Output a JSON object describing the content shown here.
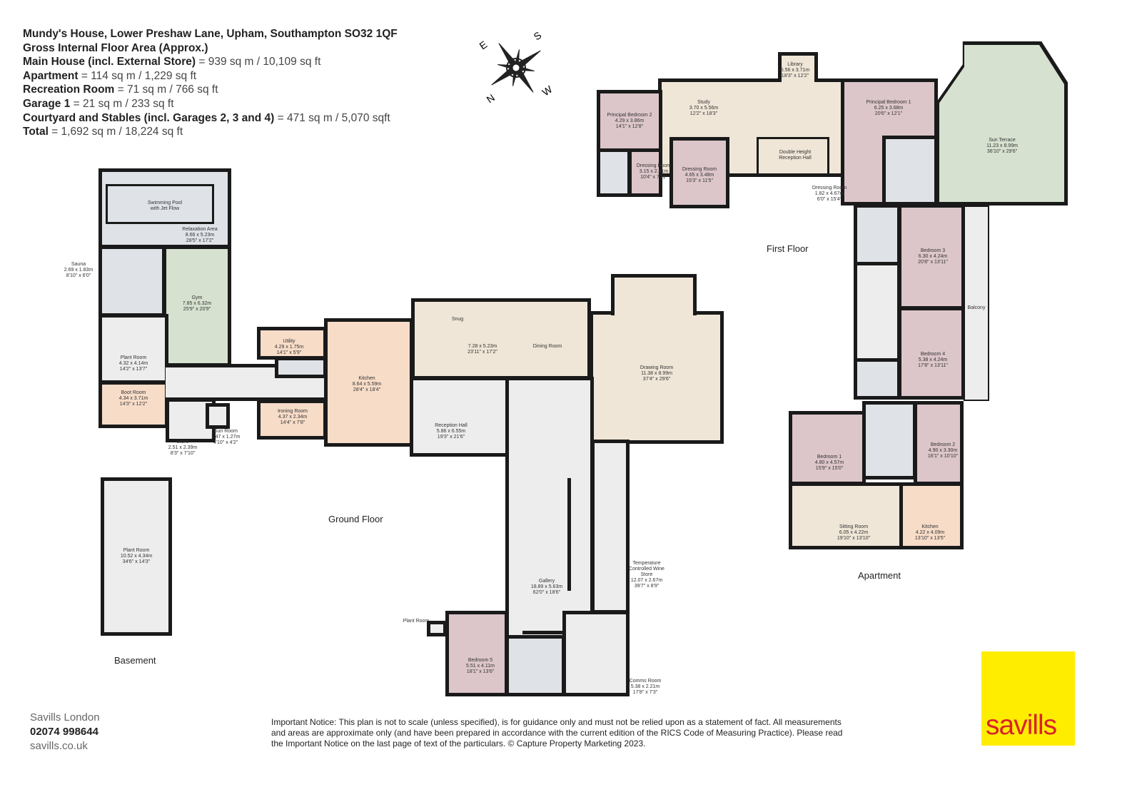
{
  "header": {
    "address": "Mundy's House, Lower Preshaw Lane, Upham, Southampton SO32 1QF",
    "gross_area_title": "Gross Internal Floor Area (Approx.)",
    "areas": [
      {
        "label": "Main House (incl. External Store)",
        "value": "= 939 sq m / 10,109 sq ft"
      },
      {
        "label": "Apartment",
        "value": "= 114 sq m / 1,229 sq ft"
      },
      {
        "label": "Recreation Room",
        "value": "= 71 sq m / 766 sq ft"
      },
      {
        "label": "Garage 1",
        "value": "= 21 sq m / 233 sq ft"
      },
      {
        "label": "Courtyard and Stables (incl. Garages 2, 3 and 4)",
        "value": "= 471 sq m / 5,070 sqft"
      },
      {
        "label": "Total",
        "value": "= 1,692 sq m / 18,224 sq ft"
      }
    ]
  },
  "compass": {
    "icon": "compass-rose-icon",
    "letters": [
      "N",
      "E",
      "S",
      "W"
    ]
  },
  "floors": {
    "ground": "Ground Floor",
    "first": "First Floor",
    "basement": "Basement",
    "apartment": "Apartment"
  },
  "rooms": {
    "pool": {
      "name": "Swimming Pool",
      "sub": "with Jet Flow"
    },
    "relaxation": {
      "name": "Relaxation Area",
      "m": "8.66 x 5.23m",
      "ft": "28'5\" x 17'2\""
    },
    "sauna": {
      "name": "Sauna",
      "m": "2.69 x 1.83m",
      "ft": "8'10\" x 6'0\""
    },
    "gym": {
      "name": "Gym",
      "m": "7.85 x 6.32m",
      "ft": "25'9\" x 20'9\""
    },
    "plant_ground": {
      "name": "Plant Room",
      "m": "4.32 x 4.14m",
      "ft": "14'2\" x 13'7\""
    },
    "boot": {
      "name": "Boot Room",
      "m": "4.34 x 3.71m",
      "ft": "14'3\" x 12'2\""
    },
    "store": {
      "name": "Store",
      "m": "2.51 x 2.39m",
      "ft": "8'3\" x 7'10\""
    },
    "gun": {
      "name": "Gun Room",
      "m": "1.47 x 1.27m",
      "ft": "4'10\" x 4'2\""
    },
    "utility": {
      "name": "Utility",
      "m": "4.29 x 1.75m",
      "ft": "14'1\" x 5'9\""
    },
    "ironing": {
      "name": "Ironing Room",
      "m": "4.37 x 2.34m",
      "ft": "14'4\" x 7'8\""
    },
    "kitchen": {
      "name": "Kitchen",
      "m": "8.64 x 5.59m",
      "ft": "28'4\" x 18'4\""
    },
    "snug": {
      "name": "Snug"
    },
    "snug_dining": {
      "m": "7.28 x 5.23m",
      "ft": "23'11\" x 17'2\""
    },
    "dining": {
      "name": "Dining Room"
    },
    "reception_hall": {
      "name": "Reception Hall",
      "m": "5.86 x 6.55m",
      "ft": "19'3\" x 21'6\""
    },
    "drawing": {
      "name": "Drawing Room",
      "m": "11.38 x 8.99m",
      "ft": "37'4\" x 29'6\""
    },
    "gallery": {
      "name": "Gallery",
      "m": "18.89 x 5.63m",
      "ft": "62'0\" x 18'6\""
    },
    "wine": {
      "name": "Temperature Controlled Wine Store",
      "m": "12.07 x 2.67m",
      "ft": "39'7\" x 8'9\""
    },
    "plant_small": {
      "name": "Plant Room"
    },
    "bedroom5": {
      "name": "Bedroom 5",
      "m": "5.51 x 4.11m",
      "ft": "18'1\" x 13'6\""
    },
    "comms": {
      "name": "Comms Room",
      "m": "5.38 x 2.21m",
      "ft": "17'8\" x 7'3\""
    },
    "plant_basement": {
      "name": "Plant Room",
      "m": "10.52 x 4.34m",
      "ft": "34'6\" x 14'3\""
    },
    "library": {
      "name": "Library",
      "m": "5.56 x 3.71m",
      "ft": "18'3\" x 12'2\""
    },
    "study": {
      "name": "Study",
      "m": "3.70 x 5.56m",
      "ft": "12'2\" x 18'3\""
    },
    "pb2": {
      "name": "Principal Bedroom 2",
      "m": "4.29 x 3.86m",
      "ft": "14'1\" x 12'8\""
    },
    "dress_a": {
      "name": "Dressing Room",
      "m": "3.15 x 2.41m",
      "ft": "10'4\" x 7'11\""
    },
    "dress_b": {
      "name": "Dressing Room",
      "m": "4.65 x 3.48m",
      "ft": "15'3\" x 11'5\""
    },
    "dhrh": {
      "name": "Double Height Reception Hall"
    },
    "pb1": {
      "name": "Principal Bedroom 1",
      "m": "6.25 x 3.68m",
      "ft": "20'6\" x 12'1\""
    },
    "dress_c": {
      "name": "Dressing Room",
      "m": "1.82 x 4.67m",
      "ft": "6'0\" x 15'4\""
    },
    "sun": {
      "name": "Sun Terrace",
      "m": "11.23 x 8.99m",
      "ft": "36'10\" x 29'6\""
    },
    "bedroom3": {
      "name": "Bedroom 3",
      "m": "6.30 x 4.24m",
      "ft": "20'8\" x 13'11\""
    },
    "bedroom4": {
      "name": "Bedroom 4",
      "m": "5.38 x 4.24m",
      "ft": "17'8\" x 13'11\""
    },
    "balcony": {
      "name": "Balcony"
    },
    "apt_bed1": {
      "name": "Bedroom 1",
      "m": "4.80 x 4.57m",
      "ft": "15'9\" x 15'0\""
    },
    "apt_bed2": {
      "name": "Bedroom 2",
      "m": "4.90 x 3.30m",
      "ft": "16'1\" x 10'10\""
    },
    "sitting": {
      "name": "Sitting Room",
      "m": "6.05 x 4.22m",
      "ft": "19'10\" x 13'10\""
    },
    "apt_kitchen": {
      "name": "Kitchen",
      "m": "4.22 x 4.09m",
      "ft": "13'10\" x 13'5\""
    }
  },
  "contact": {
    "office": "Savills London",
    "phone": "02074 998644",
    "web": "savills.co.uk"
  },
  "notice": "Important Notice: This plan is not to scale (unless specified), is for guidance only and must not be relied upon as a statement of fact. All measurements and areas are approximate only (and have been prepared in accordance with the current edition of the RICS Code of Measuring Practice). Please read the Important Notice on the last page of text of the particulars. © Capture Property Marketing 2023.",
  "logo": {
    "text": "savills",
    "bg": "#ffed00",
    "fg": "#d8232a"
  },
  "colors": {
    "bedroom": "#dcc6ca",
    "kitchen": "#f7dcc8",
    "living": "#efe6d7",
    "outdoor": "#d6e1d0",
    "bathroom": "#dfe3e8"
  }
}
